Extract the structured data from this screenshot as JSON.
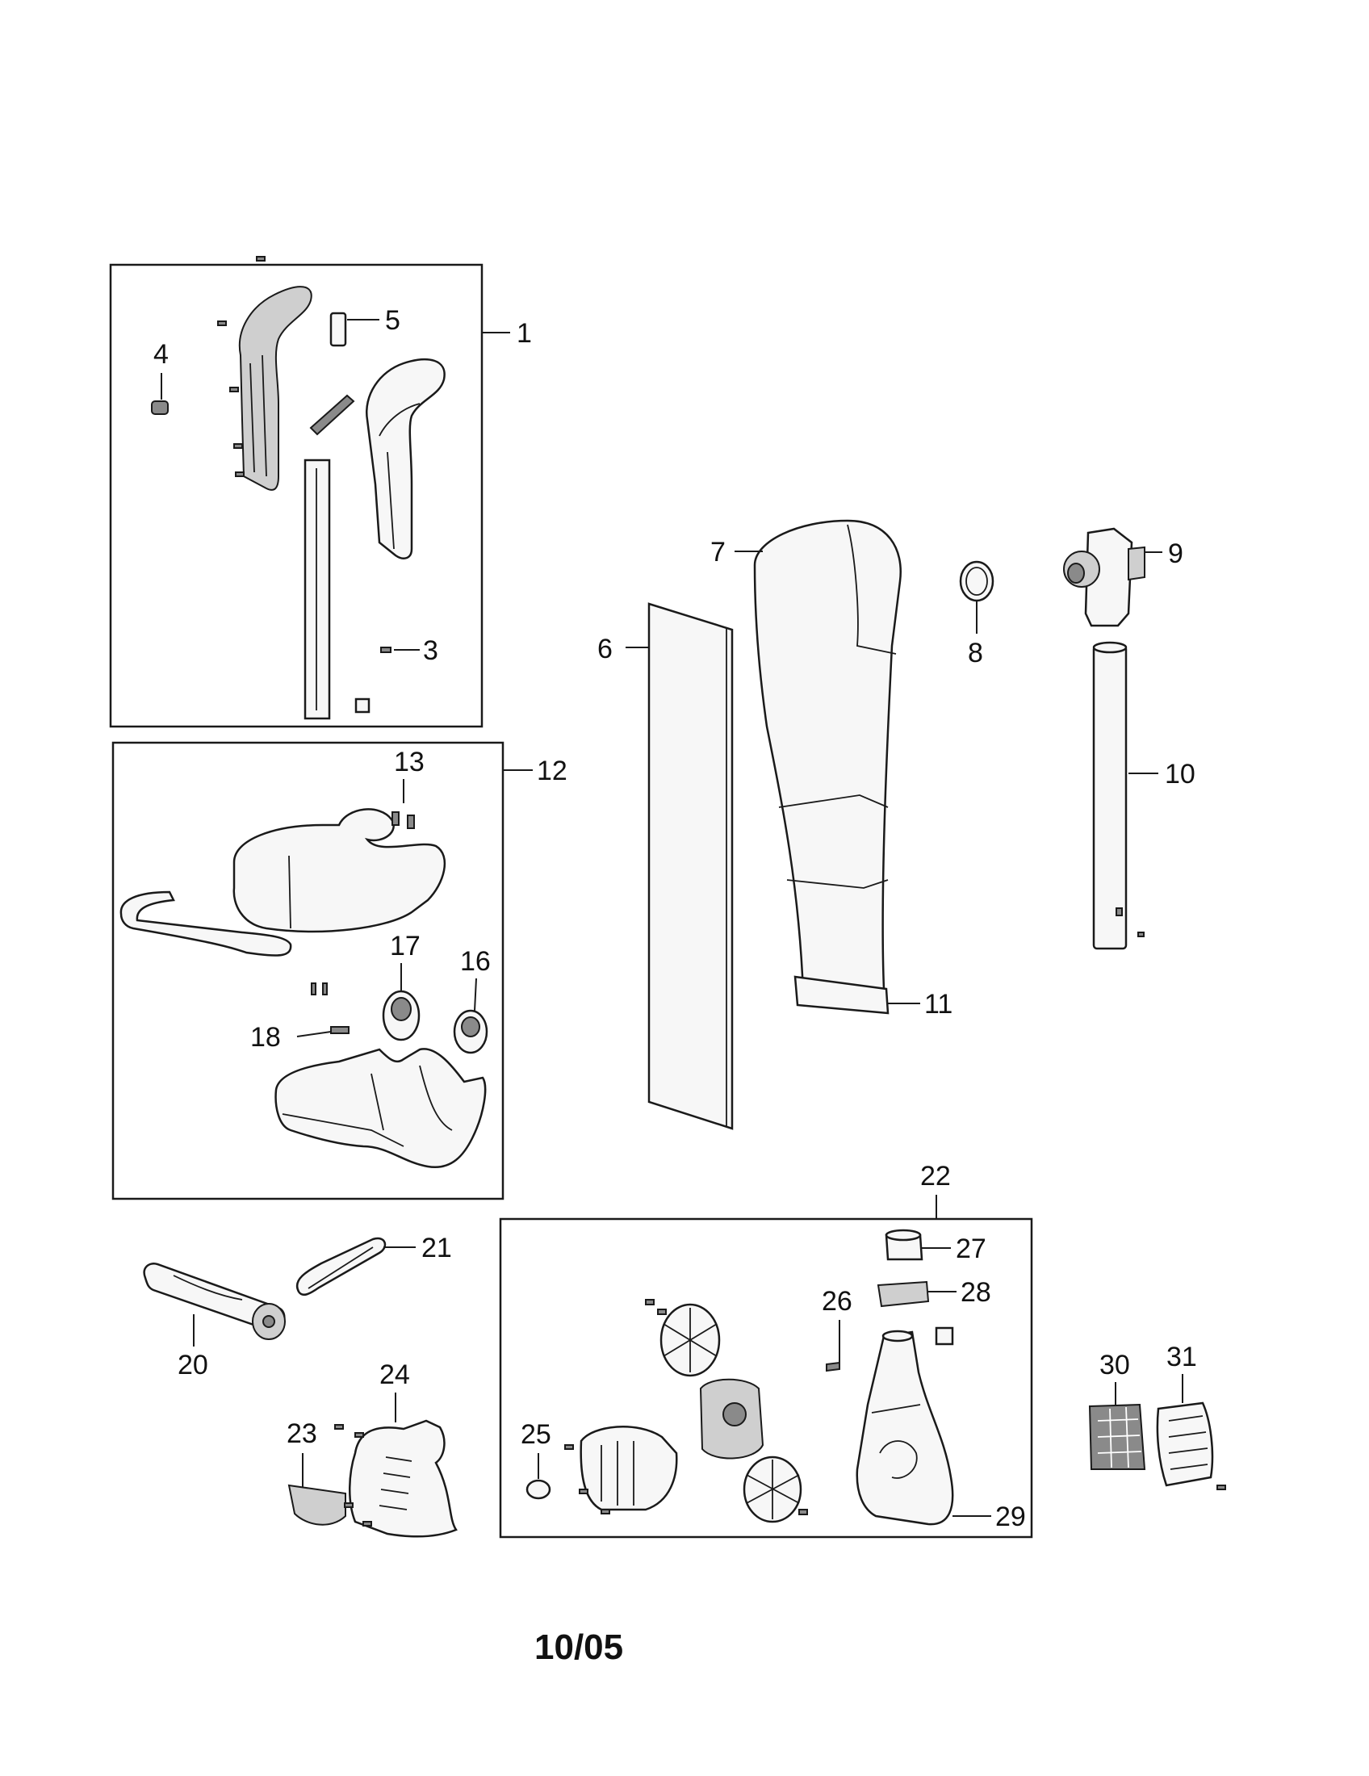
{
  "callouts": {
    "c1": "1",
    "c3": "3",
    "c4": "4",
    "c5": "5",
    "c6": "6",
    "c7": "7",
    "c8": "8",
    "c9": "9",
    "c10": "10",
    "c11": "11",
    "c12": "12",
    "c13": "13",
    "c16": "16",
    "c17": "17",
    "c18": "18",
    "c20": "20",
    "c21": "21",
    "c22": "22",
    "c23": "23",
    "c24": "24",
    "c25": "25",
    "c26": "26",
    "c27": "27",
    "c28": "28",
    "c29": "29",
    "c30": "30",
    "c31": "31"
  },
  "footer": {
    "date": "10/05"
  }
}
